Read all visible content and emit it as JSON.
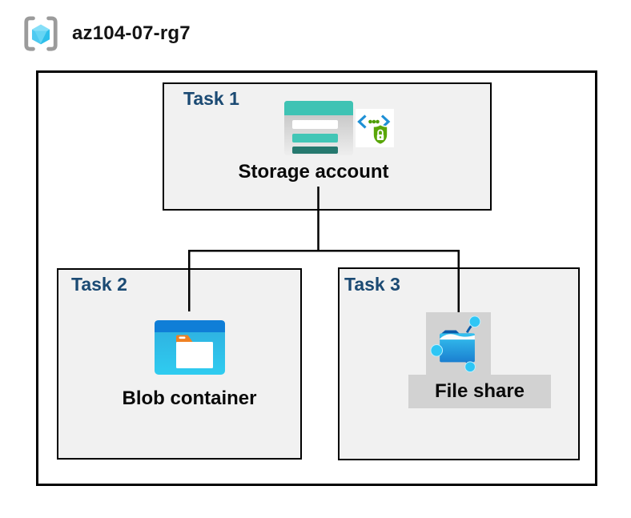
{
  "header": {
    "resource_group_name": "az104-07-rg7",
    "icon": "resource-group-icon"
  },
  "diagram": {
    "tasks": [
      {
        "label": "Task 1",
        "item": "Storage account",
        "icons": [
          "storage-account-icon",
          "code-shield-lock-icon"
        ]
      },
      {
        "label": "Task 2",
        "item": "Blob container",
        "icons": [
          "blob-container-icon"
        ]
      },
      {
        "label": "Task 3",
        "item": "File share",
        "icons": [
          "file-share-icon"
        ],
        "highlighted": true
      }
    ],
    "connections": [
      {
        "from": "Storage account",
        "to": "Blob container"
      },
      {
        "from": "Storage account",
        "to": "File share"
      }
    ]
  },
  "colors": {
    "task_label": "#1b4a73",
    "box_fill": "#f1f1f1",
    "box_border": "#000000",
    "highlight_fill": "#d2d2d2",
    "storage_teal": "#3fc3b4",
    "storage_dark_teal": "#26796f",
    "blob_header_blue": "#0f7ed7",
    "blob_body_cyan": "#2ecaee",
    "folder_tab_orange": "#ef8123",
    "fileshare_dark_blue": "#0a5aa8",
    "fileshare_gradient_blue": "#1b7fd0",
    "node_cyan": "#2ec6f5",
    "shield_green": "#59a608",
    "chevron_blue": "#1e90d6",
    "bracket_gray": "#9b9b9b",
    "cube_blue": "#4ecaf1"
  }
}
